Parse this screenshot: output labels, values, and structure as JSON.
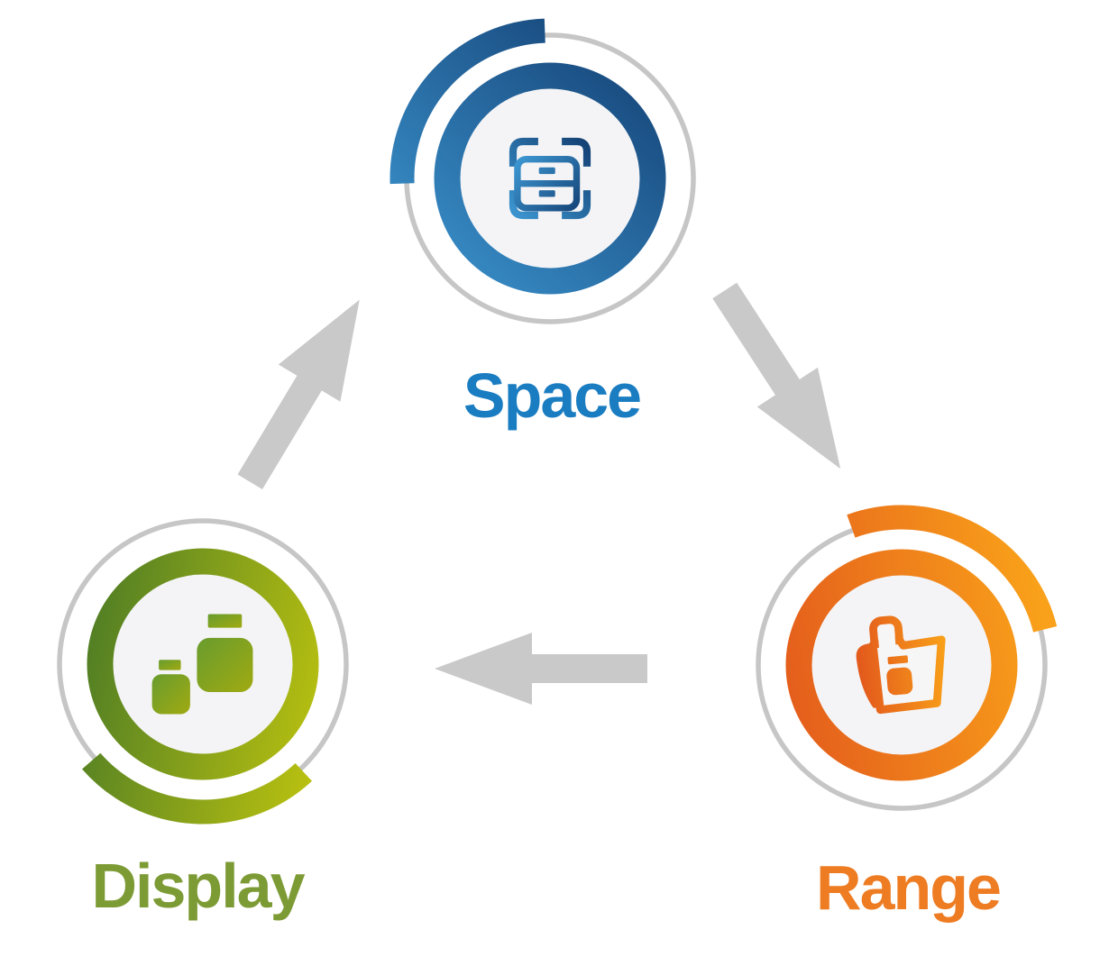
{
  "diagram": {
    "name": "space-range-display-cycle",
    "background": "#ffffff",
    "ring_color": "#c6c6c6",
    "disc_color": "#f4f4f6",
    "arrow_color": "#c9c9c9"
  },
  "nodes": {
    "space": {
      "label": "Space",
      "label_color": "#1b7dc1",
      "gradient_light": "#3d97d2",
      "gradient_dark": "#133f72",
      "icon": "storage-scan-icon"
    },
    "range": {
      "label": "Range",
      "label_color": "#ee7c22",
      "gradient_dark": "#e2571c",
      "gradient_light": "#f9a11a",
      "jar_color": "#f0831d",
      "icon": "folder-product-icon"
    },
    "display": {
      "label": "Display",
      "label_color": "#7d9b35",
      "gradient_dark": "#4a7a26",
      "gradient_light": "#bec40f",
      "icon_light": "#689c2e",
      "icon_dark": "#a0aa11",
      "icon": "product-jars-icon"
    }
  },
  "arrows": [
    {
      "from": "space",
      "to": "range"
    },
    {
      "from": "range",
      "to": "display"
    },
    {
      "from": "display",
      "to": "space"
    }
  ]
}
